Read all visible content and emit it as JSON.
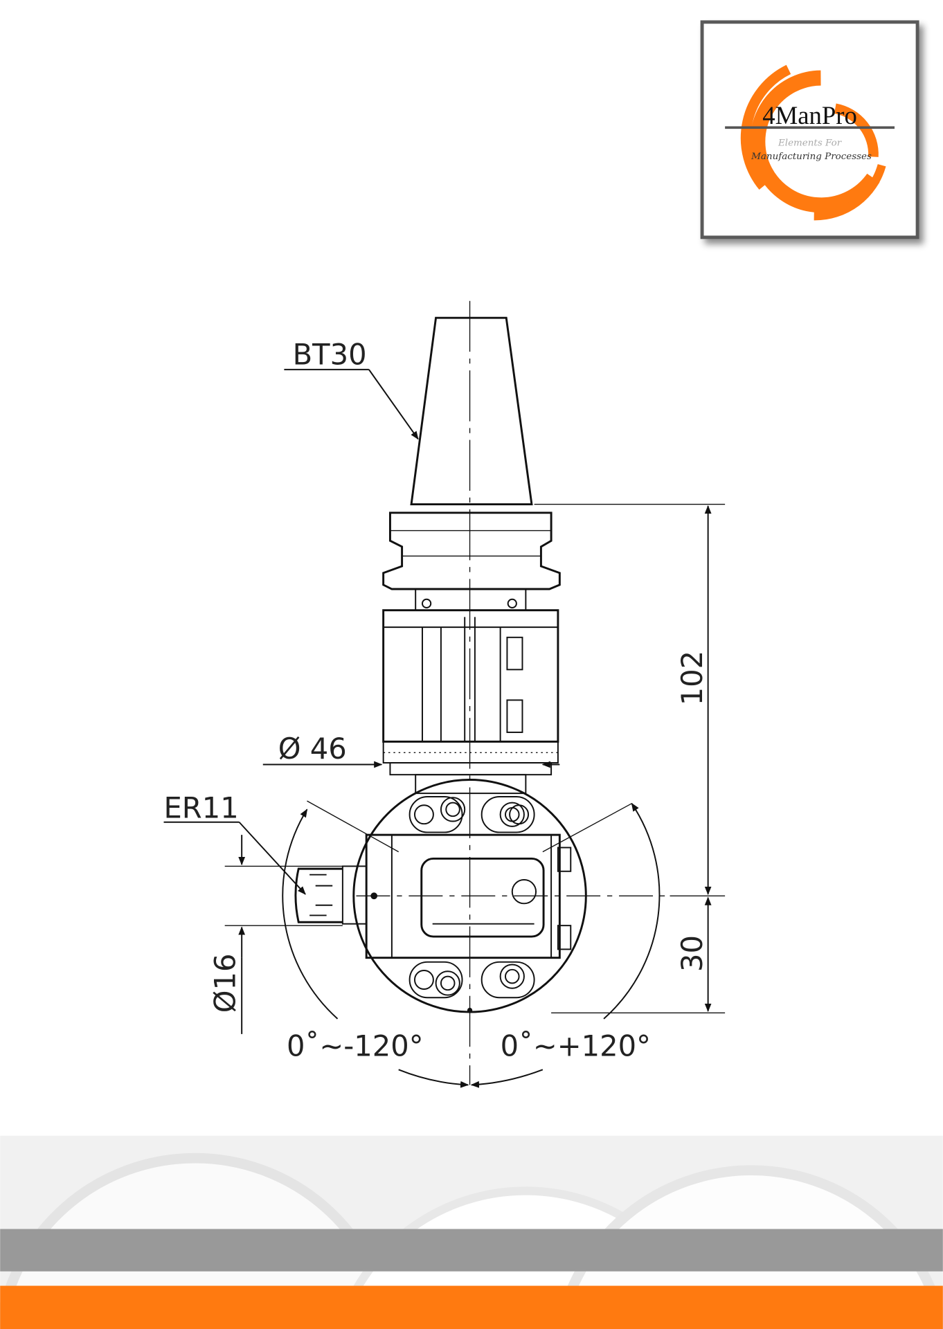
{
  "logo": {
    "name": "4ManPro",
    "tagline_1": "Elements For",
    "tagline_2": "Manufacturing Processes"
  },
  "labels": {
    "spindle": "BT30",
    "collet": "ER11",
    "body_diameter": "Ø 46",
    "collet_diameter": "Ø16",
    "height_total": "102",
    "height_offset": "30",
    "angle_left": "0˚~-120°",
    "angle_right": "0˚~+120°"
  },
  "colors": {
    "accent": "#ff7a10",
    "band": "#999999",
    "frame": "#5a5a5a"
  }
}
